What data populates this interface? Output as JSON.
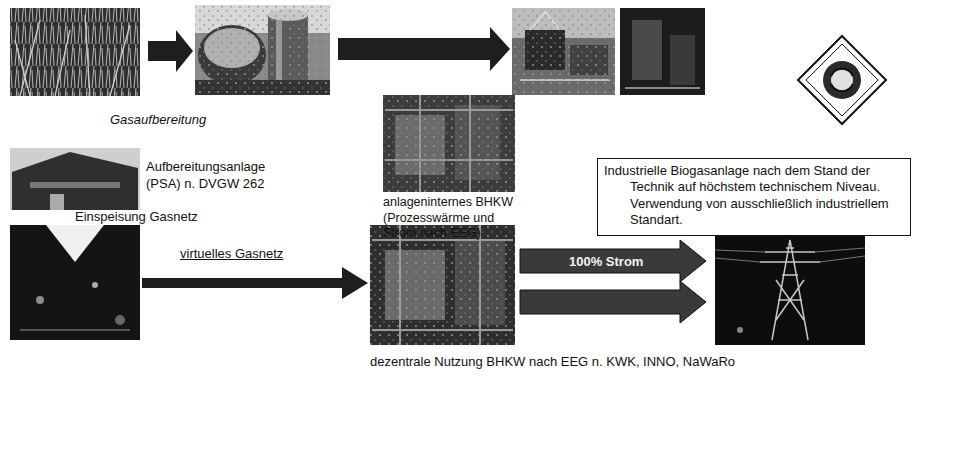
{
  "diagram": {
    "nodes": [
      {
        "text": [
          "anlageninternes BHKW (Prozesswärme und Strom nach EEG)"
        ]
      },
      {
        "text": [
          "Gasaufbereitung",
          "Aufbereitungsanlage (PSA) n. DVGW 262"
        ]
      },
      {
        "text": [
          "Industrielle Biogasanlage nach dem Stand der Technik auf höchstem technischem Niveau. Verwendung von ausschließlich industriellem Standart."
        ]
      },
      {
        "text": [
          "Einspeisung Gasnetz"
        ]
      },
      {
        "text": [
          "dezentrale Nutzung BHKW nach EEG n. KWK, INNO, NaWaRo"
        ]
      }
    ],
    "edges": [
      {
        "from": 3,
        "to": 4,
        "label": "virtuelles Gasnetz",
        "arrow": "to"
      }
    ],
    "labels": [
      "100% Strom"
    ]
  }
}
